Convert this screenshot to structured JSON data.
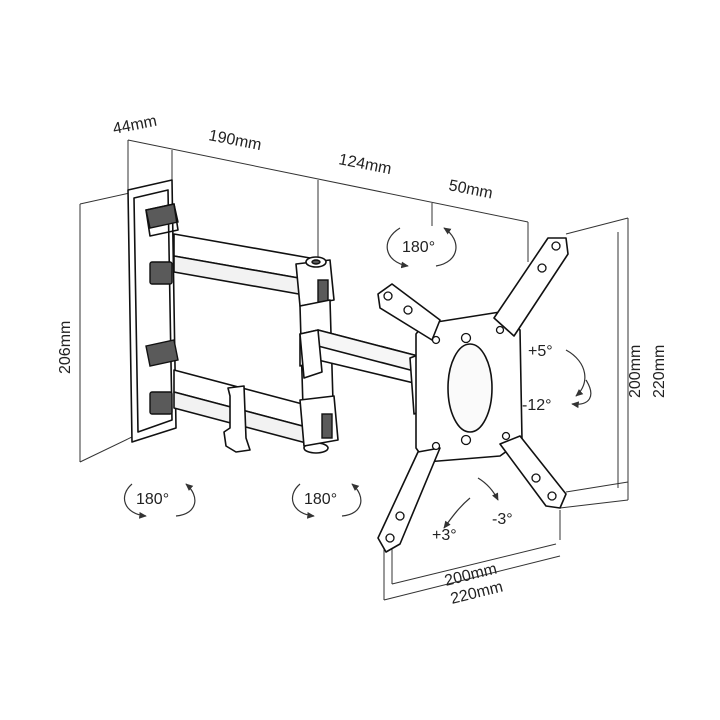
{
  "colors": {
    "line": "#333333",
    "part_dark": "#5a5a5a",
    "background": "#ffffff"
  },
  "dimensions": {
    "plate_depth": "44mm",
    "first_arm": "190mm",
    "second_arm": "124mm",
    "head_offset": "50mm",
    "wall_height": "206mm",
    "vesa_height_inner": "200mm",
    "vesa_height_outer": "220mm",
    "vesa_width_inner": "200mm",
    "vesa_width_outer": "220mm"
  },
  "rotations": {
    "head_swivel": "180°",
    "wall_joint_swivel": "180°",
    "elbow_swivel": "180°",
    "tilt_up": "+5°",
    "tilt_down": "-12°",
    "level_plus": "+3°",
    "level_minus": "-3°"
  }
}
